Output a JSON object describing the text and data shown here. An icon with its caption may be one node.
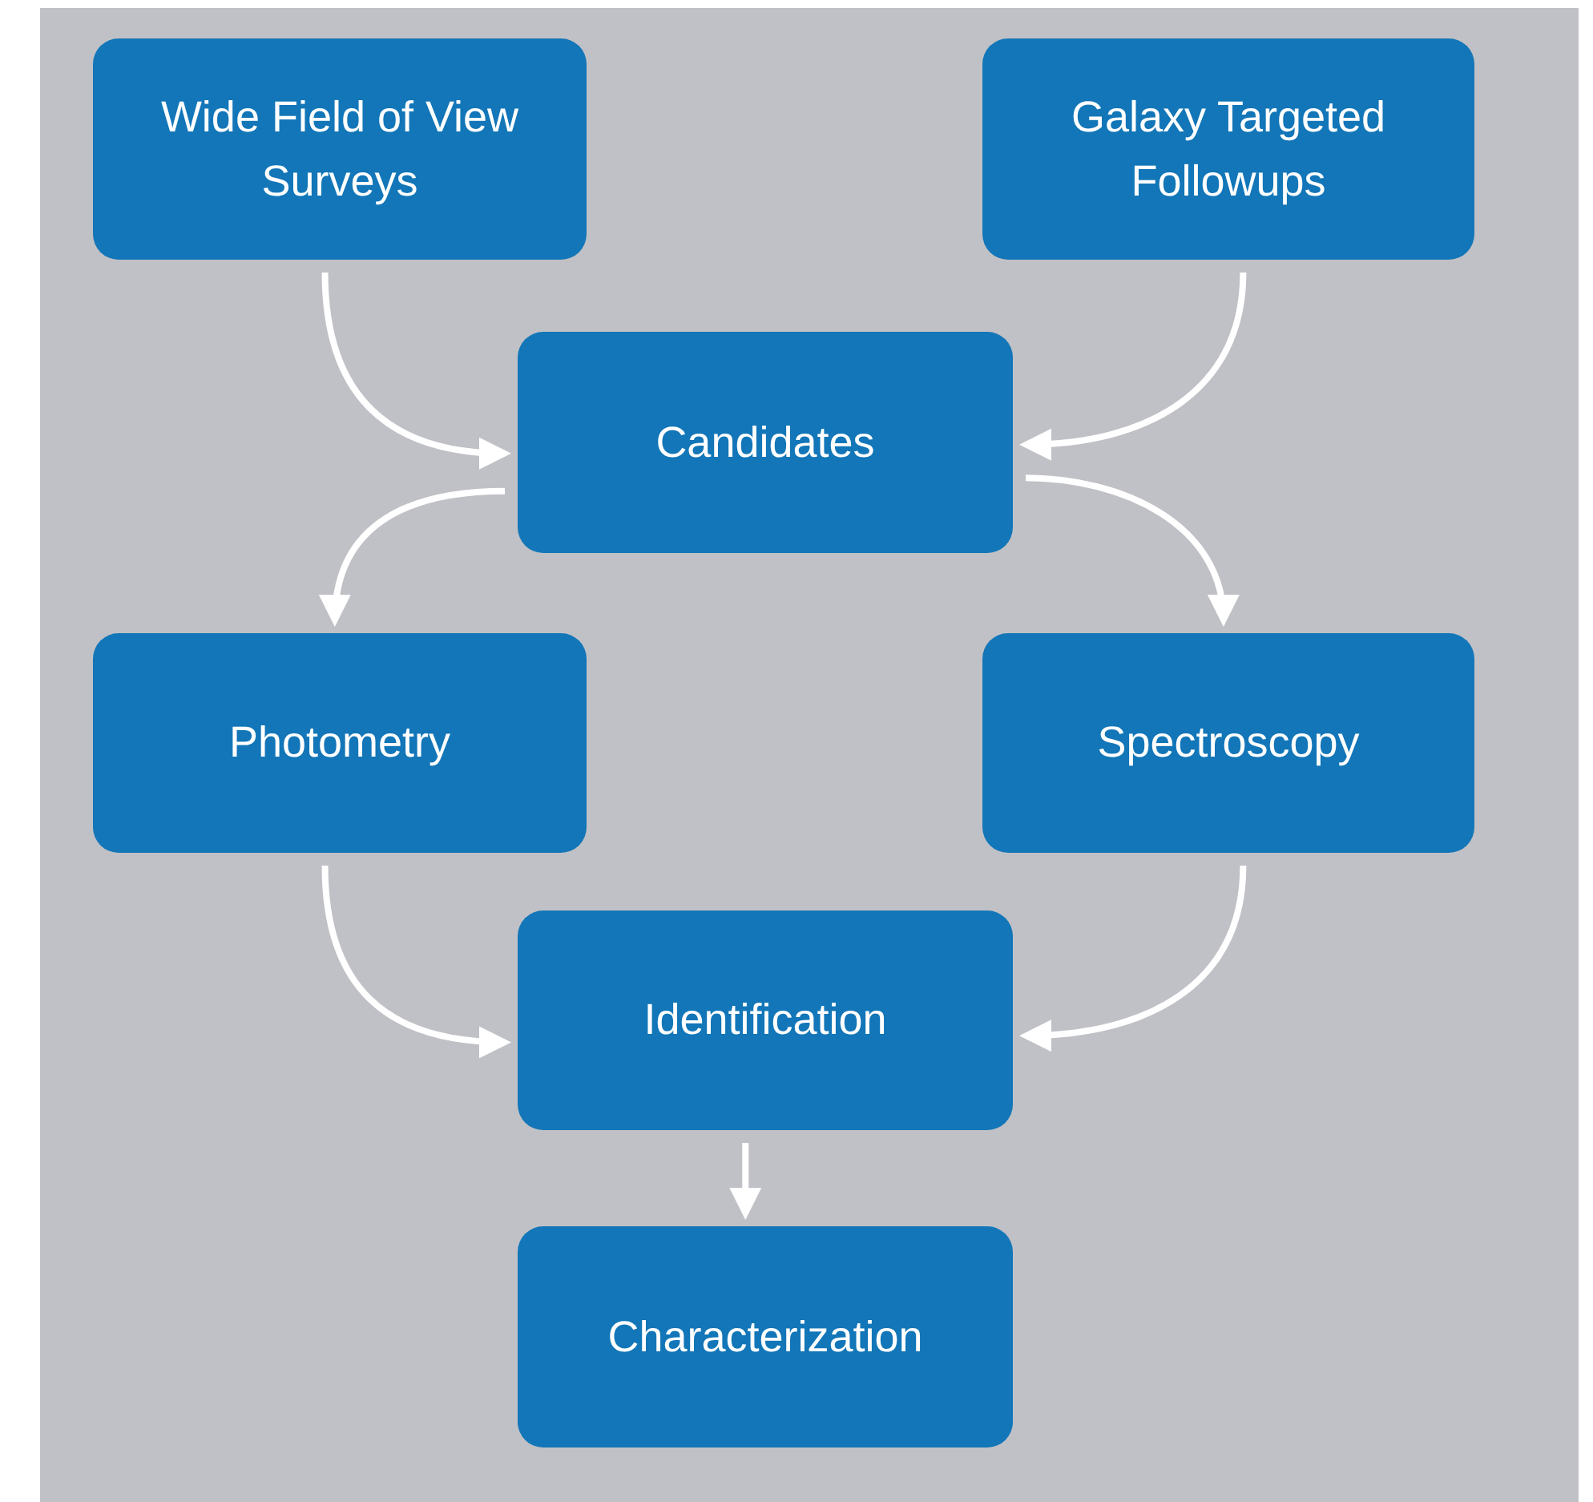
{
  "diagram": {
    "nodes": [
      {
        "text": [
          "Wide Field of View Surveys"
        ]
      },
      {
        "text": [
          "Galaxy Targeted Followups"
        ]
      },
      {
        "text": [
          "Candidates"
        ]
      },
      {
        "text": [
          "Photometry"
        ]
      },
      {
        "text": [
          "Spectroscopy"
        ]
      },
      {
        "text": [
          "Identification"
        ]
      },
      {
        "text": [
          "Characterization"
        ]
      }
    ],
    "edges": [
      {
        "from": 0,
        "to": 2,
        "arrow": "to"
      },
      {
        "from": 1,
        "to": 2,
        "arrow": "to"
      },
      {
        "from": 2,
        "to": 3,
        "arrow": "to"
      },
      {
        "from": 2,
        "to": 4,
        "arrow": "to"
      },
      {
        "from": 3,
        "to": 5,
        "arrow": "to"
      },
      {
        "from": 4,
        "to": 5,
        "arrow": "to"
      },
      {
        "from": 5,
        "to": 6,
        "arrow": "to"
      }
    ]
  }
}
